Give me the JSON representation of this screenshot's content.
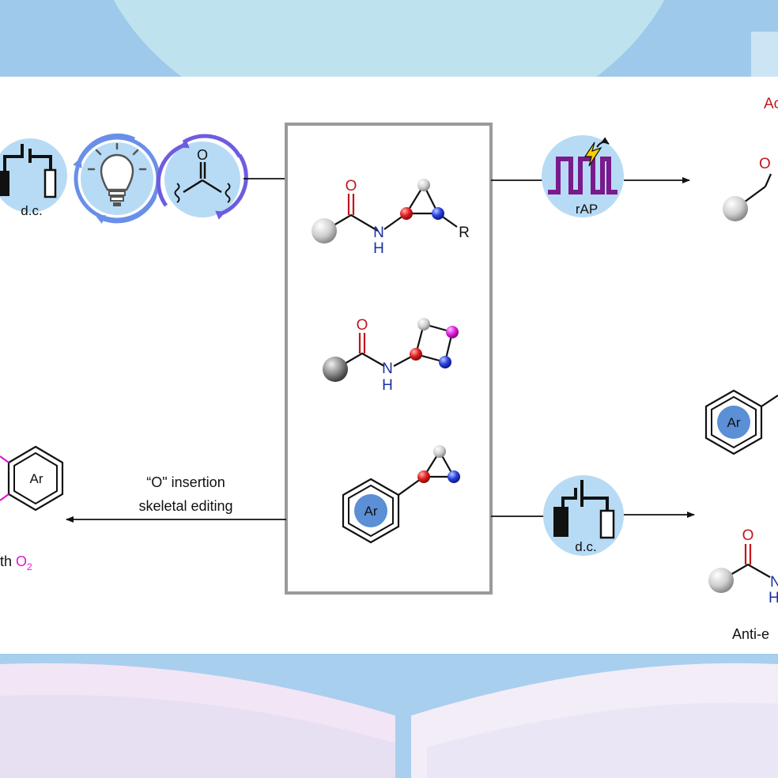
{
  "labels": {
    "top_right_cut": "Ac",
    "dc_top_left": "d.c.",
    "carbonyl_o": "O",
    "amide1_o": "O",
    "amide1_n": "N",
    "amide1_h": "H",
    "amide1_r": "R",
    "amide2_o": "O",
    "amide2_n": "N",
    "amide2_h": "H",
    "aryl_center": "Ar",
    "rap": "rAP",
    "right_top_o": "O",
    "left_ar": "Ar",
    "o_insertion": "“O\" insertion",
    "skeletal_editing": "skeletal editing",
    "with_o2_prefix": "th ",
    "o2_O": "O",
    "o2_sub": "2",
    "dc_bottom": "d.c.",
    "right_ar": "Ar",
    "right_bottom_o": "O",
    "right_bottom_n": "N",
    "right_bottom_h": "H",
    "anti_cut": "Anti-e"
  },
  "colors": {
    "oxygen_red": "#c0161c",
    "nitrogen_blue": "#1a2fa0",
    "magenta": "#d81bd1",
    "panel_border": "#9a9a9a",
    "circle_fill": "#b7dbf5",
    "pulse_purple": "#7a1a8c"
  }
}
